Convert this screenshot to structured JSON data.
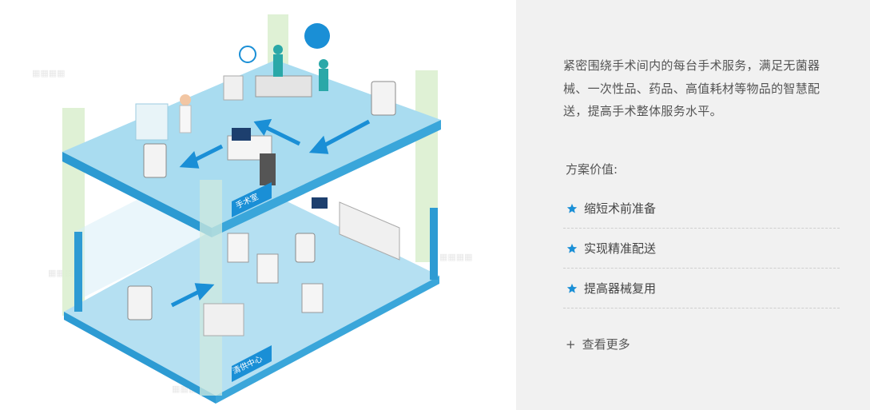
{
  "illustration": {
    "room_top_label": "手术室",
    "room_bottom_label": "清供中心"
  },
  "panel": {
    "description": "紧密围绕手术间内的每台手术服务，满足无菌器械、一次性品、药品、高值耗材等物品的智慧配送，提高手术整体服务水平。",
    "values_title": "方案价值:",
    "values": [
      {
        "label": "缩短术前准备"
      },
      {
        "label": "实现精准配送"
      },
      {
        "label": "提高器械复用"
      }
    ],
    "more_label": "查看更多"
  },
  "colors": {
    "accent_star": "#1a8fd6",
    "floor_blue": "#a9dcf0",
    "floor_edge": "#2c9ad2",
    "panel_bg": "#f1f1f1"
  },
  "icons": {
    "value_bullet": "star-icon",
    "more": "plus-icon"
  }
}
